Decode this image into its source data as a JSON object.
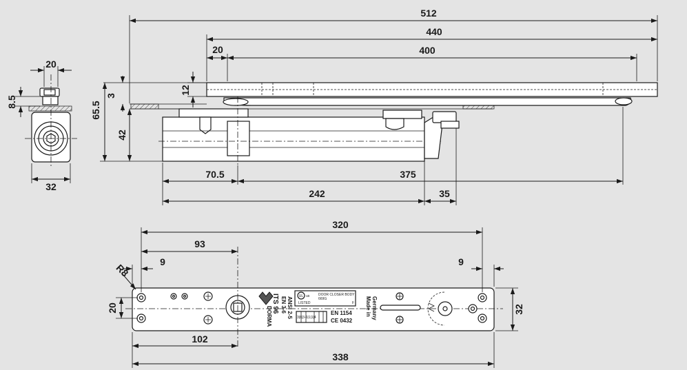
{
  "dimensions": {
    "top": {
      "d512": "512",
      "d440": "440",
      "d400": "400",
      "d20": "20",
      "d12": "12",
      "d3": "3",
      "d65_5": "65.5",
      "d42": "42",
      "d70_5": "70.5",
      "d375": "375",
      "d242": "242",
      "d35": "35"
    },
    "side": {
      "d20": "20",
      "d8_5": "8.5",
      "d32": "32"
    },
    "plate": {
      "d320": "320",
      "d93": "93",
      "r8": "R8",
      "d9_left": "9",
      "d9_right": "9",
      "d20": "20",
      "d32": "32",
      "d102": "102",
      "d338": "338"
    }
  },
  "plate_markings": {
    "brand": "DORMA",
    "model": "ITS 96",
    "std1": "EN 3-6",
    "std2": "ANSI 2-5",
    "ul_line1": "DOOR CLOSER BODY",
    "ul_line2": "669G",
    "ul_mark": "UL",
    "ul_us": "us",
    "ul_listed": "LISTED",
    "ul_f": "F",
    "boxes": "3|8|3-6|1|1|4",
    "en": "EN 1154",
    "ce": "CE 0432",
    "made1": "Made in",
    "made2": "Germany"
  },
  "colors": {
    "background": "#e4e4e4",
    "line": "#1a1a1a",
    "part": "#ffffff"
  }
}
